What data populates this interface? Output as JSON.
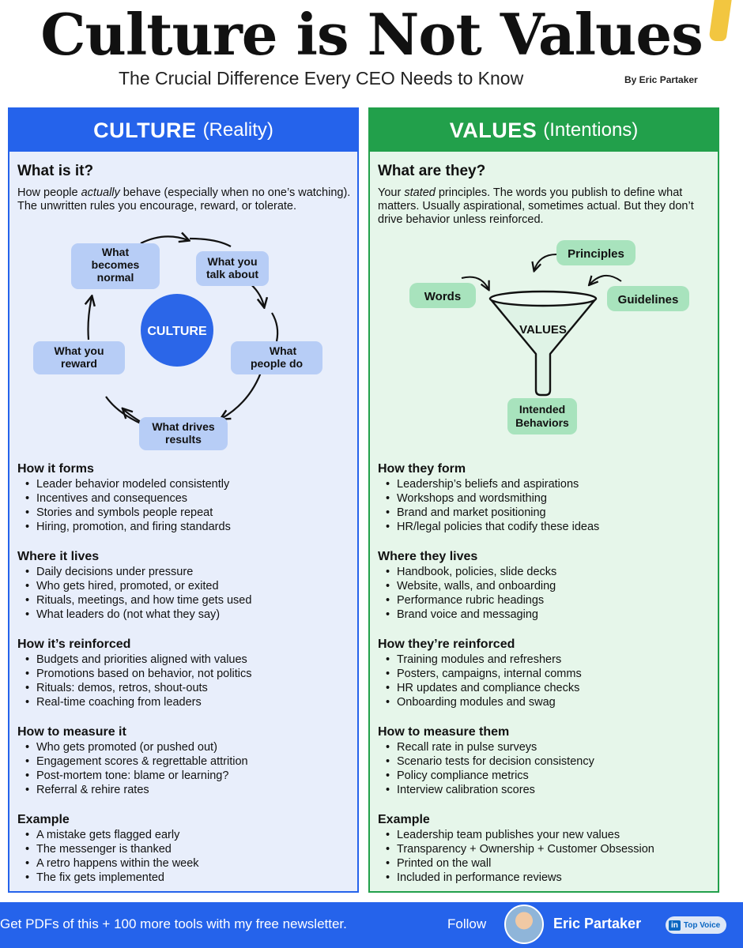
{
  "header": {
    "title": "Culture is Not Values",
    "subtitle": "The Crucial Difference Every CEO Needs to Know",
    "byline": "By Eric Partaker"
  },
  "colors": {
    "culture_accent": "#2563eb",
    "values_accent": "#22a04b",
    "culture_bg": "#e8eefb",
    "values_bg": "#e6f6ea"
  },
  "culture": {
    "heading": "CULTURE",
    "heading_sub": "(Reality)",
    "question": "What is it?",
    "desc_pre": "How people ",
    "desc_em": "actually",
    "desc_post": " behave (especially when no one’s watching). The unwritten rules you encourage, reward, or tolerate.",
    "cycle": {
      "center": "CULTURE",
      "n1": [
        "What you",
        "talk about"
      ],
      "n2": [
        "What",
        "people do"
      ],
      "n3": [
        "What drives",
        "results"
      ],
      "n4": [
        "What you",
        "reward"
      ],
      "n5": [
        "What",
        "becomes",
        "normal"
      ]
    },
    "sections": [
      {
        "title": "How it forms",
        "items": [
          "Leader behavior modeled consistently",
          "Incentives and consequences",
          "Stories and symbols people repeat",
          "Hiring, promotion, and firing standards"
        ]
      },
      {
        "title": "Where it lives",
        "items": [
          "Daily decisions under pressure",
          "Who gets hired, promoted, or exited",
          "Rituals, meetings, and how time gets used",
          "What leaders do (not what they say)"
        ]
      },
      {
        "title": "How it’s reinforced",
        "items": [
          "Budgets and priorities aligned with values",
          "Promotions based on behavior, not politics",
          "Rituals: demos, retros, shout-outs",
          "Real-time coaching from leaders"
        ]
      },
      {
        "title": "How to measure it",
        "items": [
          "Who gets promoted (or pushed out)",
          "Engagement scores & regrettable attrition",
          "Post-mortem tone: blame or learning?",
          "Referral & rehire rates"
        ]
      },
      {
        "title": "Example",
        "items": [
          "A mistake gets flagged early",
          "The messenger is thanked",
          "A retro happens within the week",
          "The fix gets implemented"
        ]
      }
    ]
  },
  "values": {
    "heading": "VALUES",
    "heading_sub": "(Intentions)",
    "question": "What are they?",
    "desc_pre": "Your ",
    "desc_em": "stated",
    "desc_post": " principles. The words you publish to define what matters. Usually aspirational, sometimes actual. But they don’t drive behavior unless reinforced.",
    "funnel": {
      "principles": "Principles",
      "words": "Words",
      "guidelines": "Guidelines",
      "center": "VALUES",
      "output": [
        "Intended",
        "Behaviors"
      ]
    },
    "sections": [
      {
        "title": "How they form",
        "items": [
          "Leadership’s beliefs and aspirations",
          "Workshops and wordsmithing",
          "Brand and market positioning",
          "HR/legal policies that codify these ideas"
        ]
      },
      {
        "title": "Where they lives",
        "items": [
          "Handbook, policies, slide decks",
          "Website, walls, and onboarding",
          "Performance rubric headings",
          "Brand voice and messaging"
        ]
      },
      {
        "title": "How they’re reinforced",
        "items": [
          "Training modules and refreshers",
          "Posters, campaigns, internal comms",
          "HR updates and compliance checks",
          "Onboarding modules and swag"
        ]
      },
      {
        "title": "How to measure them",
        "items": [
          "Recall rate in pulse surveys",
          "Scenario tests for decision consistency",
          "Policy compliance metrics",
          "Interview calibration scores"
        ]
      },
      {
        "title": "Example",
        "items": [
          "Leadership team publishes your new values",
          "Transparency + Ownership + Customer Obsession",
          "Printed on the wall",
          "Included in performance reviews"
        ]
      }
    ]
  },
  "footer": {
    "cta": "Get PDFs of this + 100 more tools with my free newsletter.",
    "follow": "Follow",
    "name": "Eric Partaker",
    "badge_icon": "in",
    "badge": "Top Voice"
  }
}
